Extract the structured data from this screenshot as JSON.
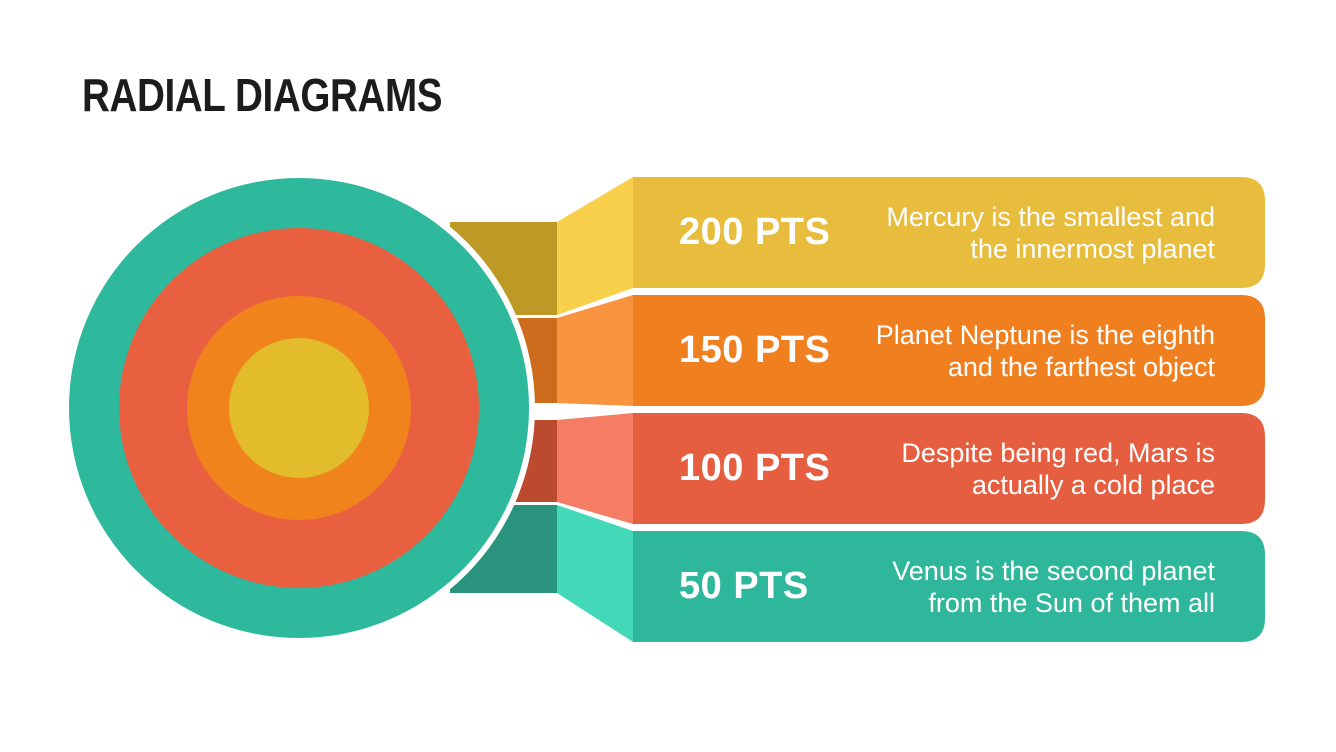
{
  "slide": {
    "title": "RADIAL DIAGRAMS",
    "background_color": "#FFFFFF",
    "title_color": "#1C1C1C",
    "text_color": "#FFFFFF"
  },
  "rows": [
    {
      "points": "200 PTS",
      "description": "Mercury is the smallest and\nthe innermost planet",
      "colors": {
        "bar": "#E8BC3D",
        "stub": "#BD9A26",
        "fold": "#F8D04C"
      }
    },
    {
      "points": "150 PTS",
      "description": "Planet Neptune is the eighth\nand the farthest object",
      "colors": {
        "bar": "#F0801F",
        "stub": "#CE6C1D",
        "fold": "#F8943F"
      }
    },
    {
      "points": "100 PTS",
      "description": "Despite being red, Mars is\nactually a cold place",
      "colors": {
        "bar": "#E65E40",
        "stub": "#BC4A2F",
        "fold": "#F47D63"
      }
    },
    {
      "points": "50 PTS",
      "description": "Venus is the second planet\nfrom the Sun of them all",
      "colors": {
        "bar": "#2FB79B",
        "stub": "#2A937E",
        "fold": "#43D8B8"
      }
    }
  ],
  "radial": {
    "outline_color": "#FFFFFF",
    "rings": [
      {
        "name": "outer ring",
        "color": "#2EB89C"
      },
      {
        "name": "second ring",
        "color": "#E8603F"
      },
      {
        "name": "third ring",
        "color": "#F1831D"
      },
      {
        "name": "center disc",
        "color": "#E3BC2B"
      }
    ]
  }
}
